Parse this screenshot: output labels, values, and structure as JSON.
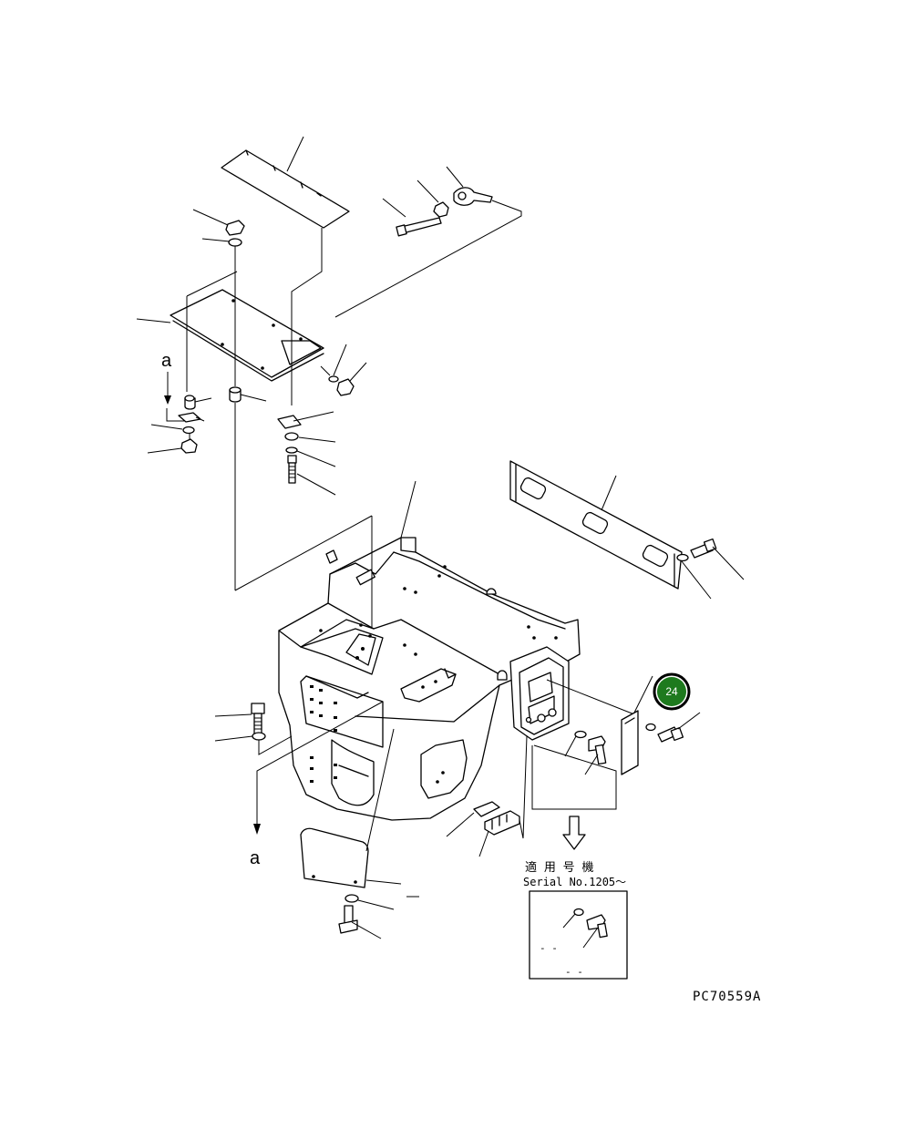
{
  "diagram": {
    "drawing_code": "PC70559A",
    "section_label_top": "a",
    "section_label_bottom": "a",
    "serial_note_line1": "適 用 号 機",
    "serial_note_line2": "Serial No.1205〜",
    "detail_box_marks": [
      "- -",
      "- -"
    ],
    "callout": {
      "number": "24",
      "fill_color": "#1e7a1e",
      "ring_color": "#000000",
      "text_color": "#ffffff"
    },
    "arrow_icon": "hollow-down-arrow"
  }
}
